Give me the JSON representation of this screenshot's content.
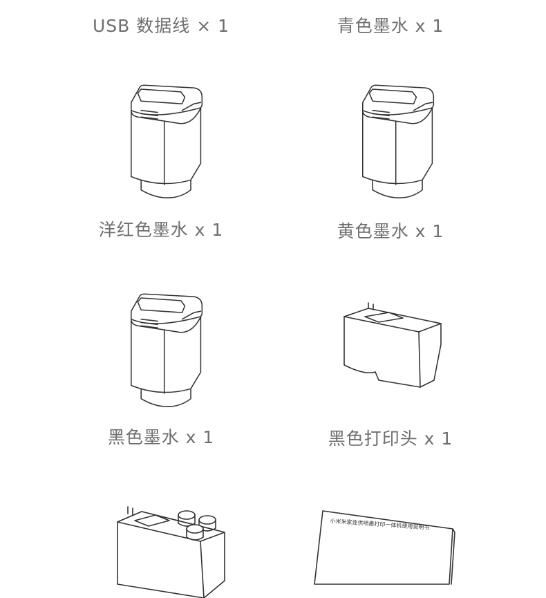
{
  "items": [
    {
      "label": "USB 数据线 × 1"
    },
    {
      "label": "青色墨水 x 1"
    },
    {
      "label": "洋红色墨水 x 1"
    },
    {
      "label": "黄色墨水 x 1"
    },
    {
      "label": "黑色墨水 x 1"
    },
    {
      "label": "黑色打印头 x 1"
    }
  ],
  "manual": {
    "cover_title": "小米米家连供喷墨打印一体机使用说明书"
  }
}
